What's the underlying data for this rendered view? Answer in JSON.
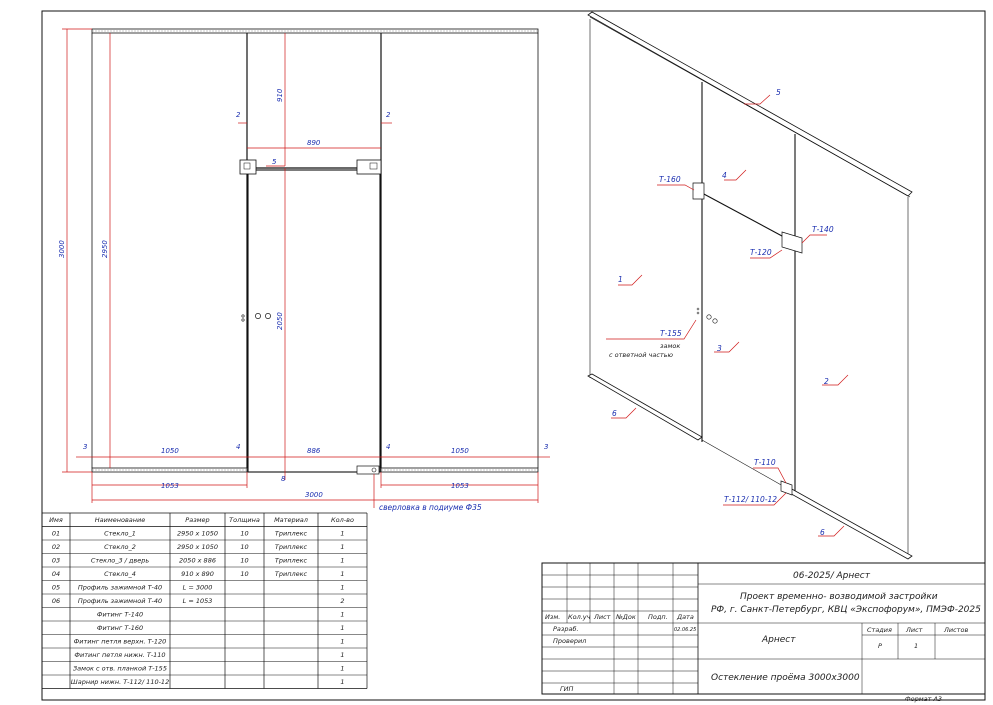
{
  "dims": {
    "d2_left": "2",
    "d2_right": "2",
    "d910": "910",
    "d890": "890",
    "d5": "5",
    "d3000v": "3000",
    "d2950": "2950",
    "d2050": "2050",
    "d3_left": "3",
    "d3_right": "3",
    "d1050_left": "1050",
    "d4_left": "4",
    "d886": "886",
    "d4_right": "4",
    "d1050_right": "1050",
    "d8": "8",
    "d1053_left": "1053",
    "d1053_right": "1053",
    "d3000h": "3000"
  },
  "drill_note": "сверловка в подиуме Ф35",
  "iso_labels": {
    "l5": "5",
    "l4": "4",
    "l1": "1",
    "l3": "3",
    "l2": "2",
    "l6a": "6",
    "l6b": "6",
    "t160": "Т-160",
    "t140": "Т-140",
    "t120": "Т-120",
    "t155": "Т-155",
    "lock1": "замок",
    "lock2": "с ответной частью",
    "t110": "Т-110",
    "t112": "Т-112/ 110-12"
  },
  "spec": {
    "headers": [
      "Имя",
      "Наименование",
      "Размер",
      "Толщина",
      "Материал",
      "Кол-во"
    ],
    "rows": [
      [
        "01",
        "Стекло_1",
        "2950 х 1050",
        "10",
        "Триплекс",
        "1"
      ],
      [
        "02",
        "Стекло_2",
        "2950 х 1050",
        "10",
        "Триплекс",
        "1"
      ],
      [
        "03",
        "Стекло_3 / дверь",
        "2050 х 886",
        "10",
        "Триплекс",
        "1"
      ],
      [
        "04",
        "Стекло_4",
        "910 х 890",
        "10",
        "Триплекс",
        "1"
      ],
      [
        "05",
        "Профиль зажимной Т-40",
        "L = 3000",
        "",
        "",
        "1"
      ],
      [
        "06",
        "Профиль зажимной Т-40",
        "L = 1053",
        "",
        "",
        "2"
      ],
      [
        "",
        "Фитинг Т-140",
        "",
        "",
        "",
        "1"
      ],
      [
        "",
        "Фитинг Т-160",
        "",
        "",
        "",
        "1"
      ],
      [
        "",
        "Фитинг петля верхн. Т-120",
        "",
        "",
        "",
        "1"
      ],
      [
        "",
        "Фитинг петля нижн. Т-110",
        "",
        "",
        "",
        "1"
      ],
      [
        "",
        "Замок с отв. планкой Т-155",
        "",
        "",
        "",
        "1"
      ],
      [
        "",
        "Шарнир нижн. Т-112/ 110-12",
        "",
        "",
        "",
        "1"
      ]
    ]
  },
  "title_block": {
    "doc_code": "06-2025/ Арнест",
    "project_line1": "Проект временно- возводимой застройки",
    "project_line2": "РФ, г. Санкт-Петербург, КВЦ «Экспофорум», ПМЭФ-2025",
    "cols": [
      "Изм.",
      "Кол.уч",
      "Лист",
      "№Док",
      "Подп.",
      "Дата"
    ],
    "razrab": "Разраб.",
    "date": "02.06.25",
    "proveril": "Проверил",
    "gip": "ГИП",
    "company": "Арнест",
    "stadia_label": "Стадия",
    "list_label": "Лист",
    "listov_label": "Листов",
    "stadia": "Р",
    "list": "1",
    "drawing_name": "Остекление проёма 3000х3000",
    "format": "Формат А3"
  }
}
